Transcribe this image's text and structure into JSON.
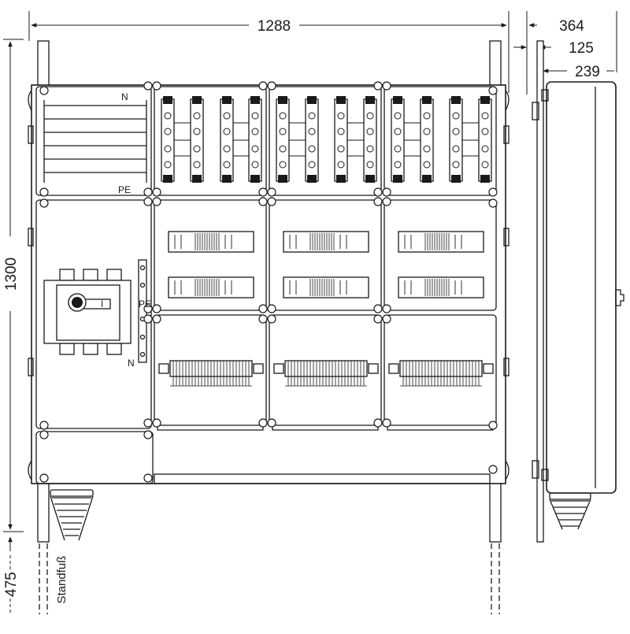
{
  "dimensions": {
    "overall_width": "1288",
    "overall_height": "1300",
    "foot_height": "475",
    "depth_total": "364",
    "depth_front": "125",
    "depth_body": "239"
  },
  "labels": {
    "busbar_n": "N",
    "busbar_pe": "PE",
    "terminal_pe": "PE",
    "terminal_n": "N",
    "switch_on": "I",
    "foot": "Standfuß"
  },
  "colors": {
    "line": "#1a1a1a",
    "fill": "#ffffff",
    "shade": "#e6e6e6"
  }
}
